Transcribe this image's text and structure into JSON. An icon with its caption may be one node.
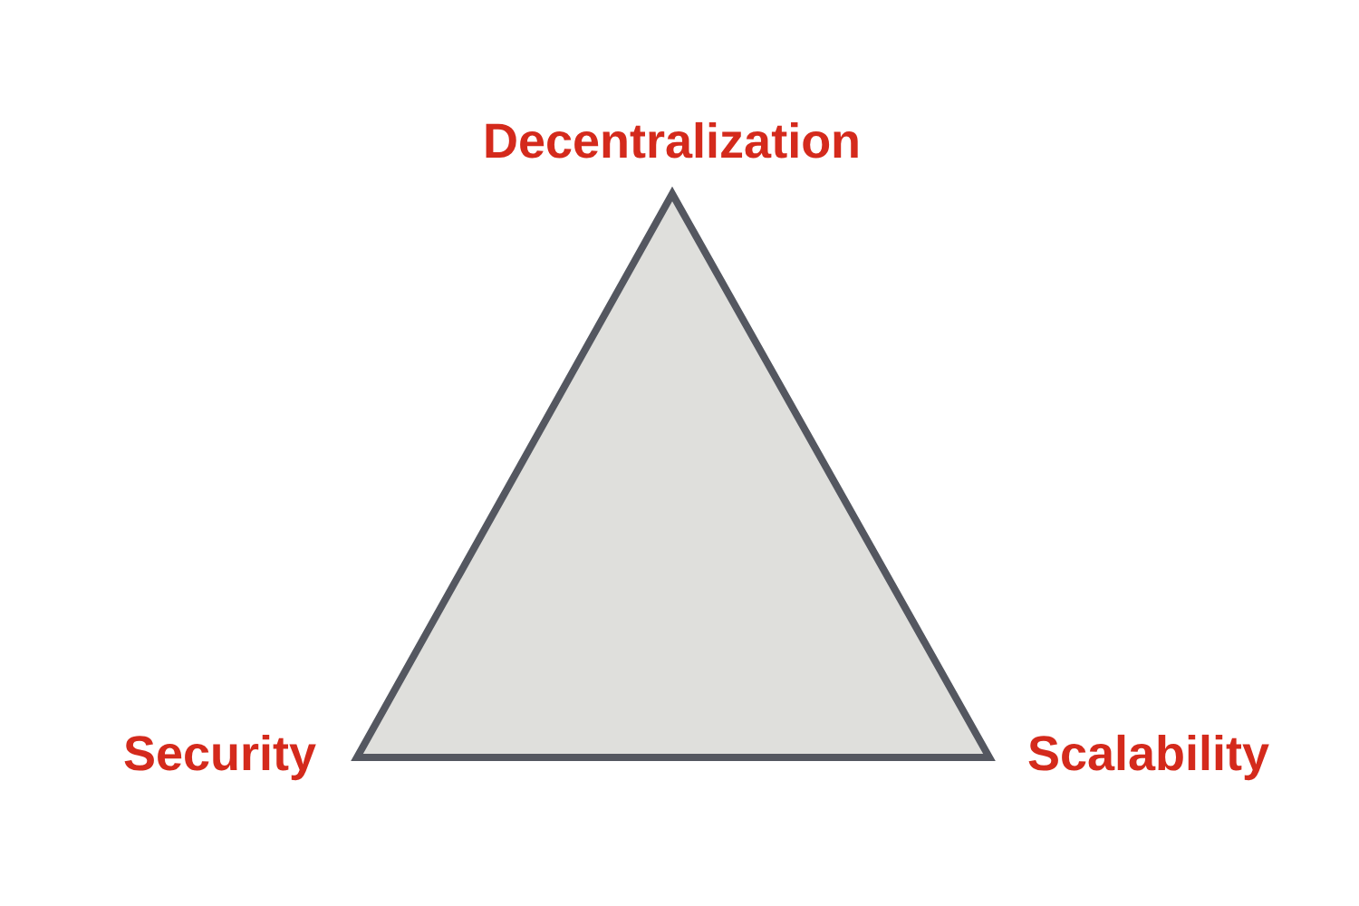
{
  "diagram": {
    "labels": [
      "Decentralization",
      "Security",
      "Scalability"
    ]
  }
}
